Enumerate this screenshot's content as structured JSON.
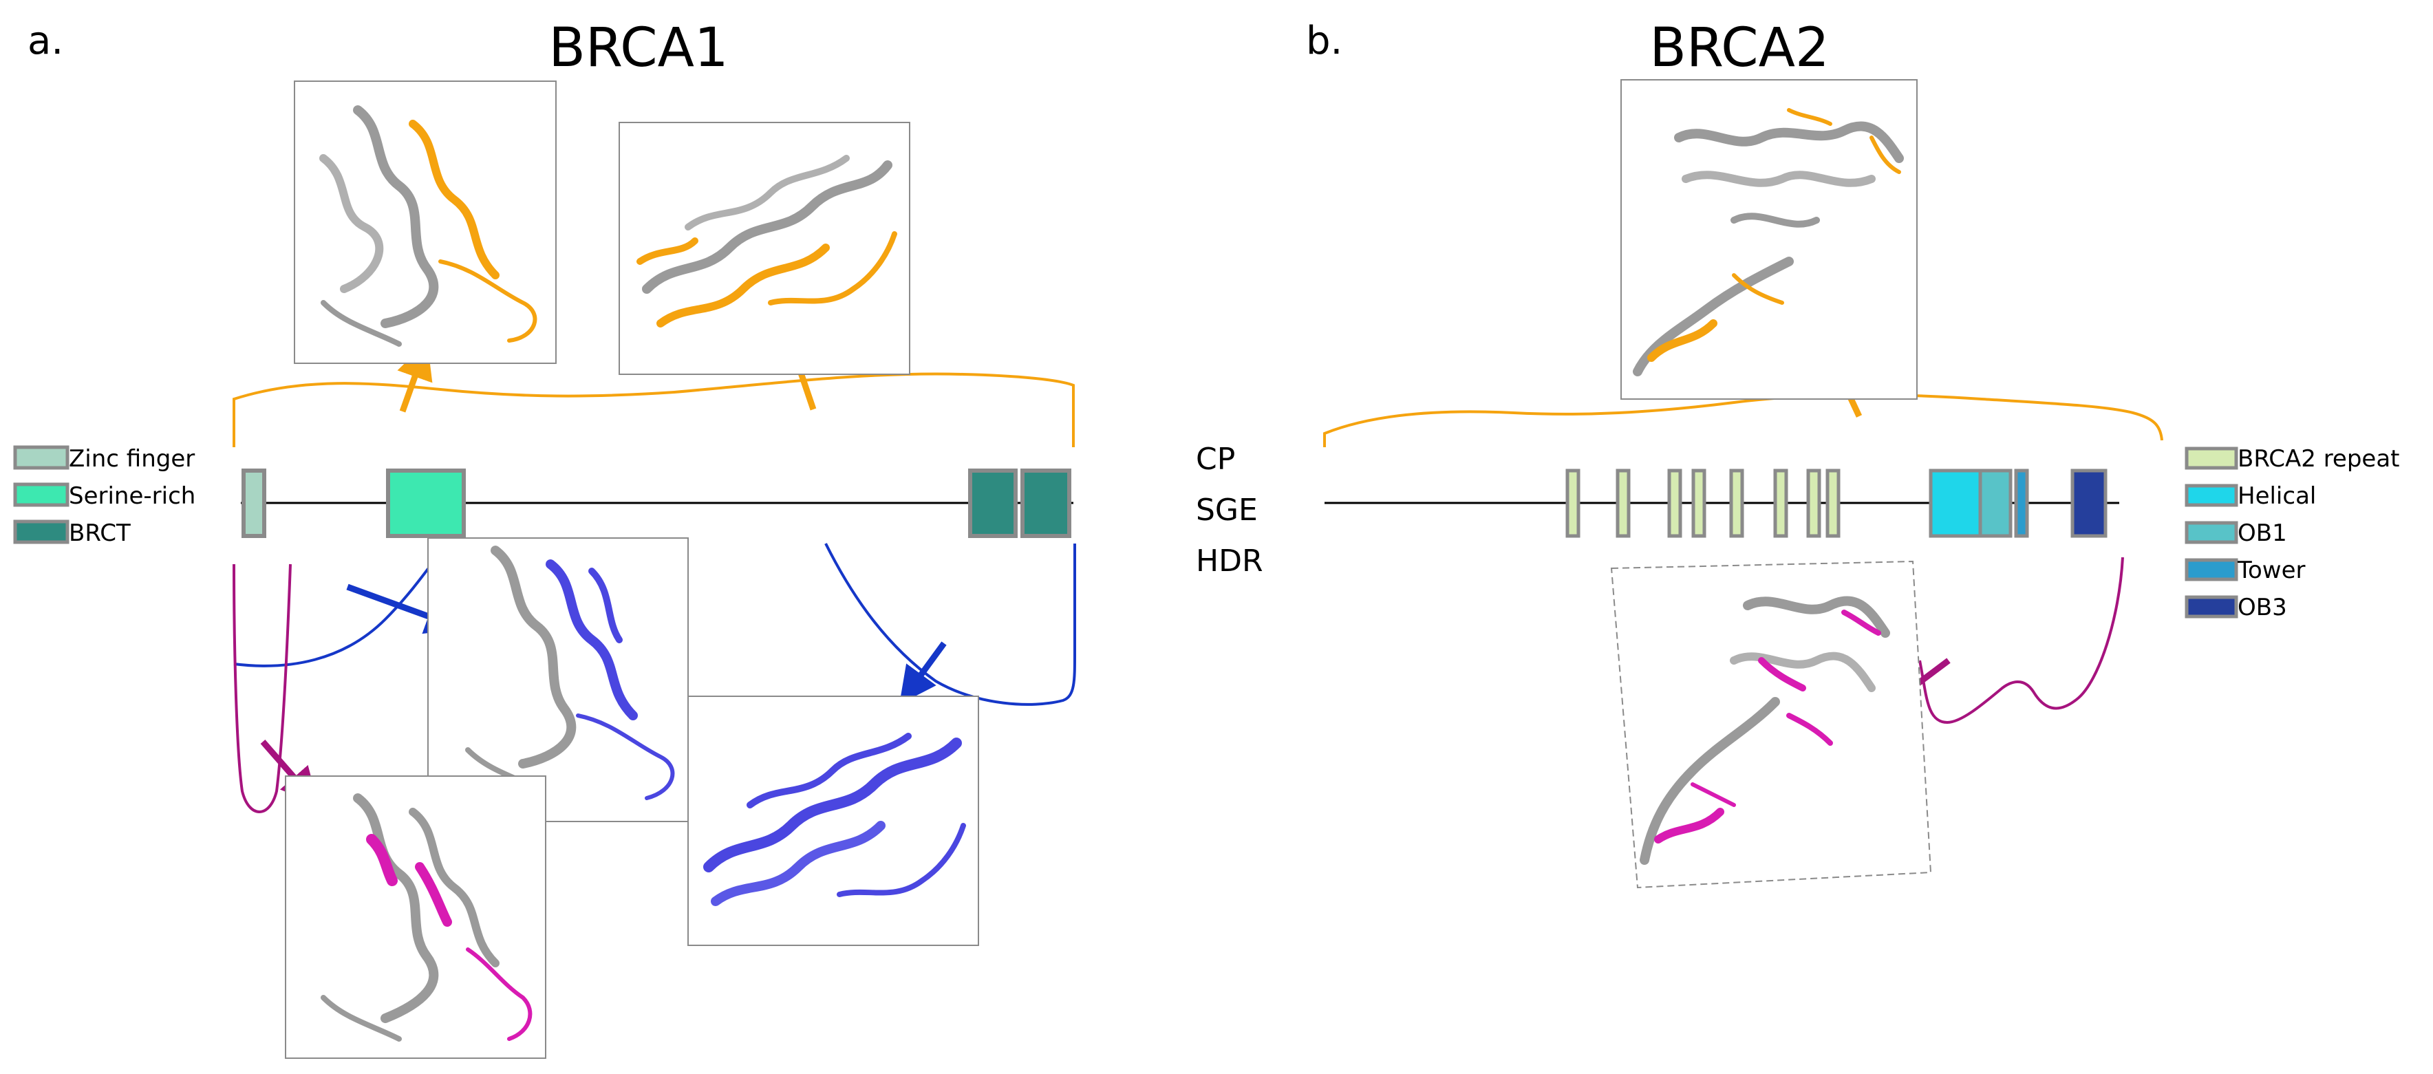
{
  "panel_a": {
    "label": "a.",
    "title": "BRCA1",
    "legend": [
      {
        "label": "Zinc finger",
        "color": "#a8d5c3"
      },
      {
        "label": "Serine-rich",
        "color": "#3de8b0"
      },
      {
        "label": "BRCT",
        "color": "#2e8b80"
      }
    ]
  },
  "panel_b": {
    "label": "b.",
    "title": "BRCA2",
    "assay_labels": [
      "CP",
      "SGE",
      "HDR"
    ],
    "legend": [
      {
        "label": "BRCA2 repeat",
        "color": "#d6ebb2"
      },
      {
        "label": "Helical",
        "color": "#1fd6ea"
      },
      {
        "label": "OB1",
        "color": "#58c3c8"
      },
      {
        "label": "Tower",
        "color": "#2b9ccd"
      },
      {
        "label": "OB3",
        "color": "#253f9c"
      }
    ]
  },
  "colors": {
    "cp_orange": "#f5a30f",
    "sge_blue": "#1537c8",
    "hdr_magenta": "#a6137e",
    "structure_gray": "#9a9a9a",
    "frame_gray": "#8a8a8a"
  }
}
